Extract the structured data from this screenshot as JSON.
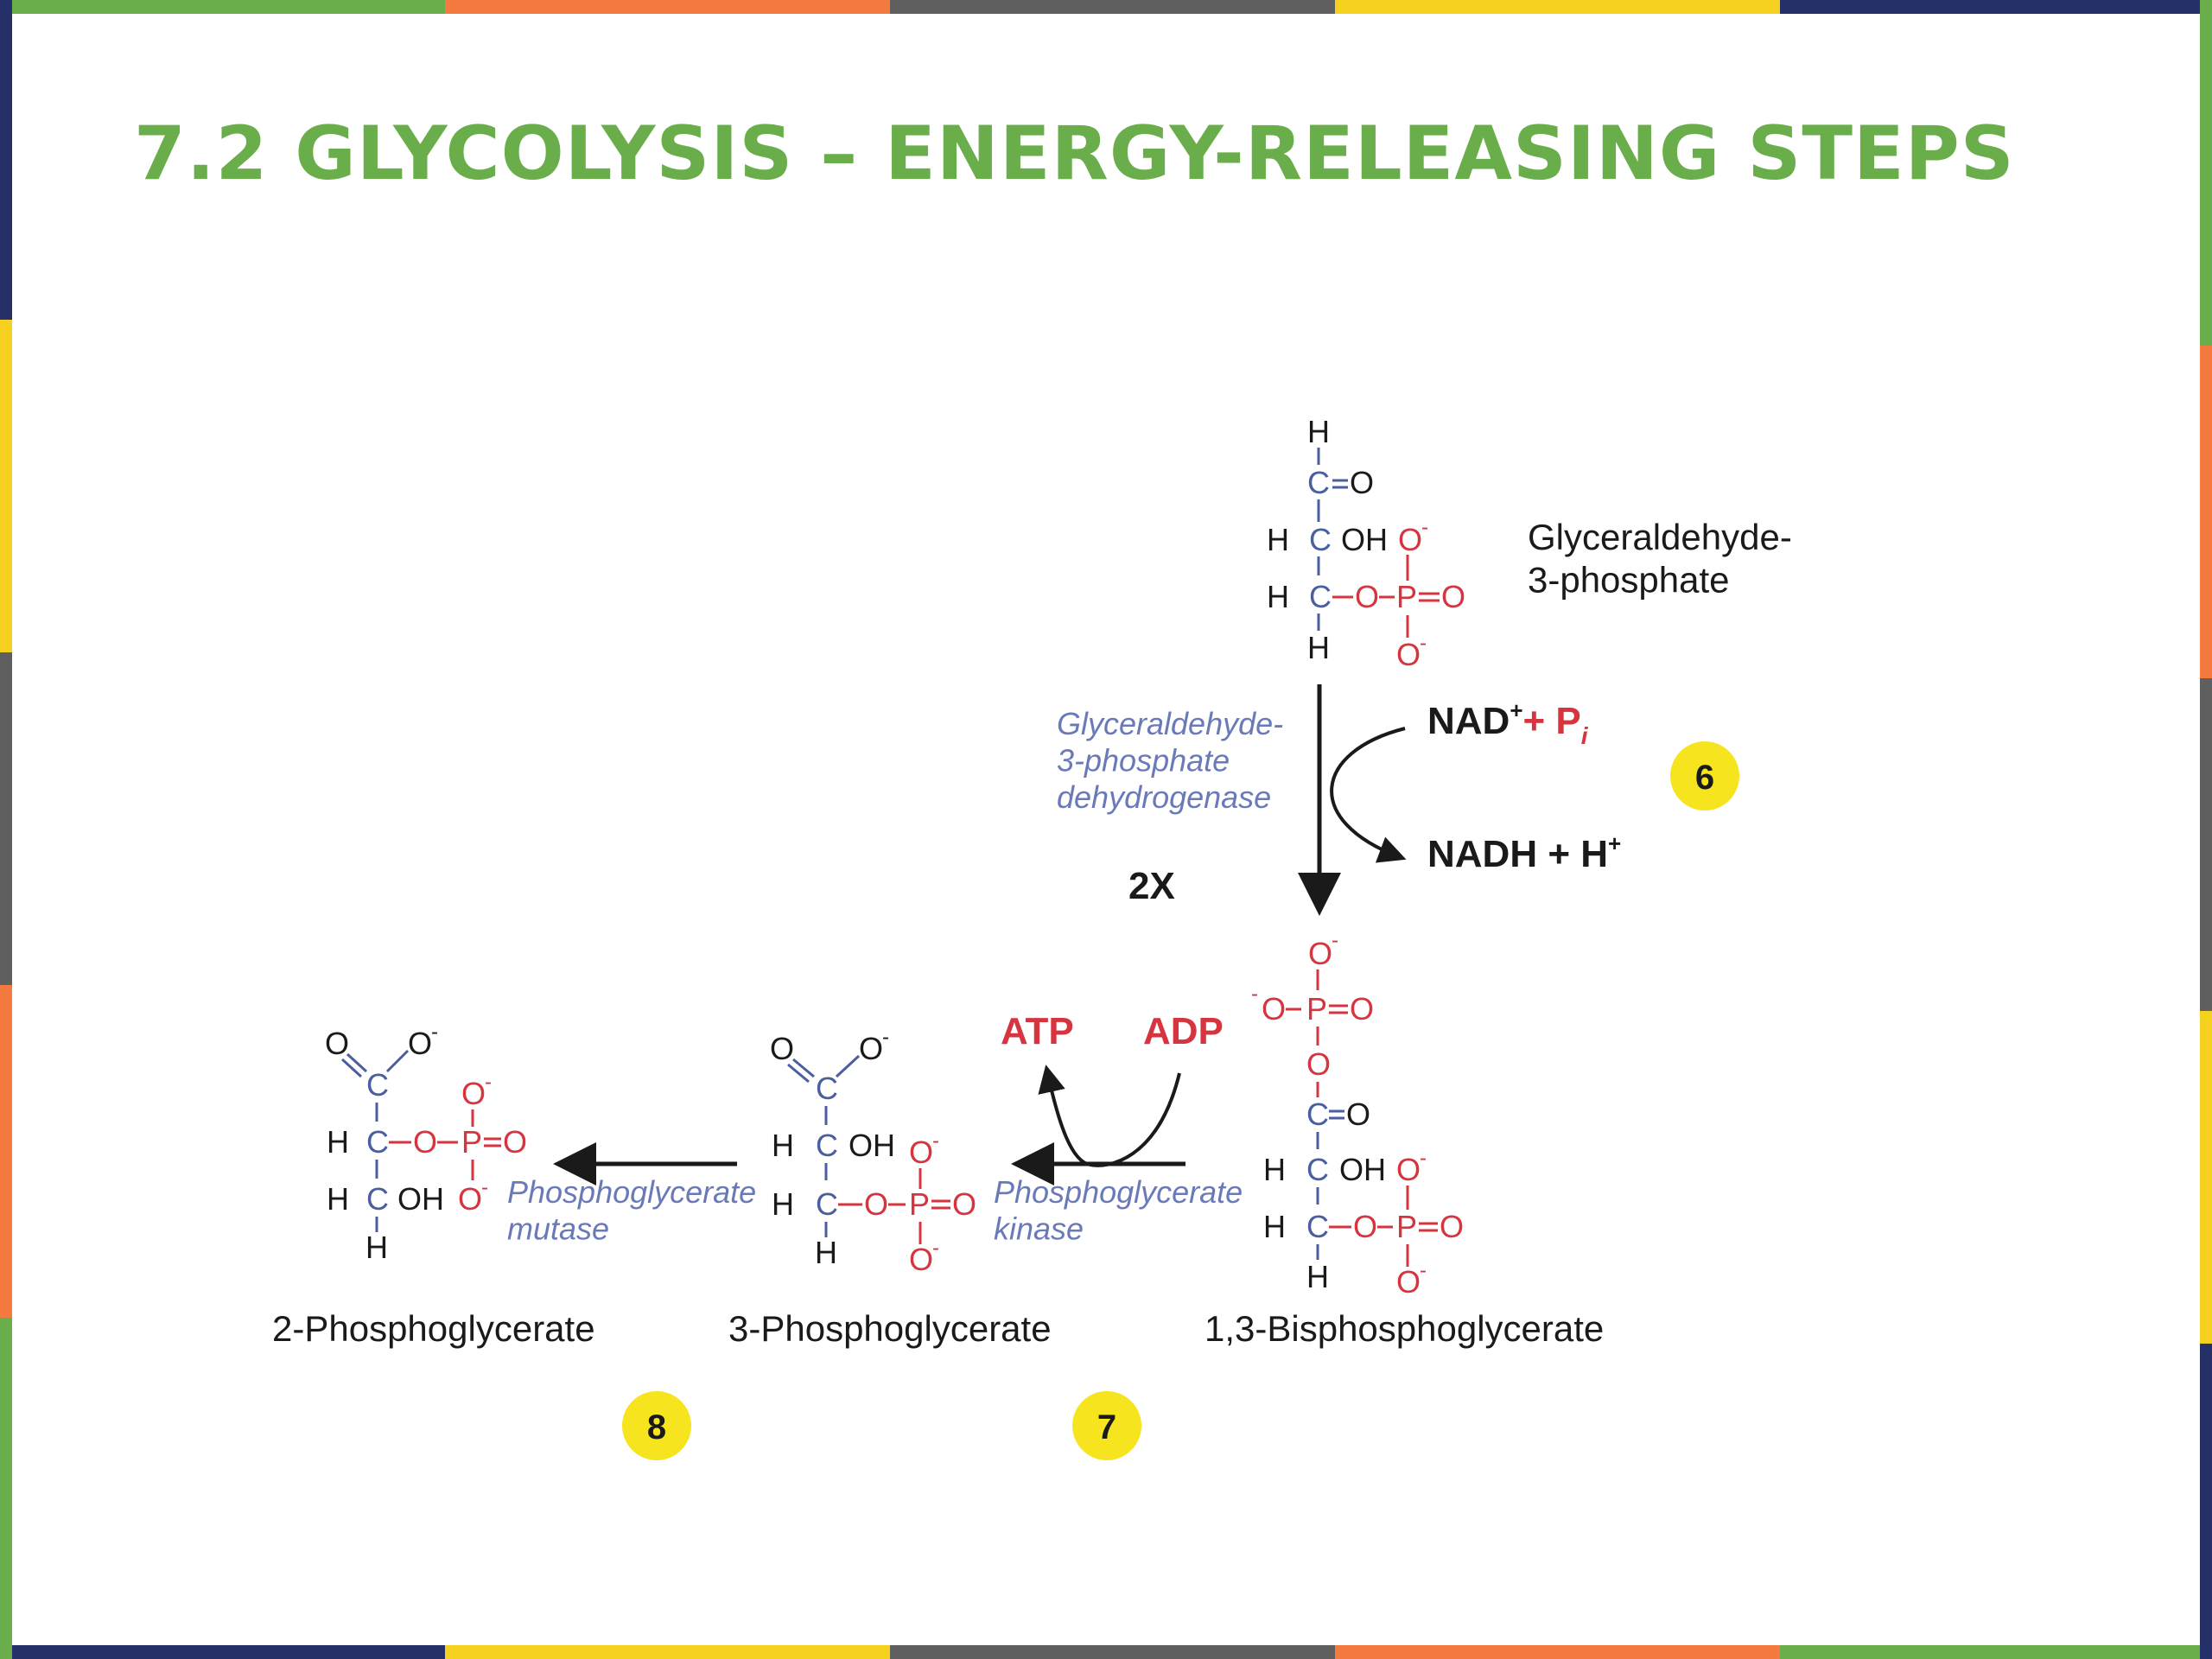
{
  "slide": {
    "title": "7.2 GLYCOLYSIS – ENERGY-RELEASING STEPS",
    "colors": {
      "title_green": "#6aae4c",
      "stripe_green": "#6aae4c",
      "stripe_orange": "#f47a3f",
      "stripe_gray": "#5f5f5f",
      "stripe_yellow": "#f5d01e",
      "stripe_navy": "#253068",
      "badge_yellow": "#f5e41e",
      "phosphate_red": "#d6343f",
      "carbon_blue": "#4a5ea0"
    }
  },
  "diagram": {
    "molecules": {
      "g3p": "Glyceraldehyde-\n3-phosphate",
      "bpg13": "1,3-Bisphosphoglycerate",
      "pg3": "3-Phosphoglycerate",
      "pg2": "2-Phosphoglycerate"
    },
    "enzymes": {
      "g3p_dehydrogenase": "Glyceraldehyde-\n3-phosphate\ndehydrogenase",
      "pg_kinase": "Phosphoglycerate\nkinase",
      "pg_mutase": "Phosphoglycerate\nmutase"
    },
    "cofactors": {
      "nad": "NAD",
      "pi": "+ P",
      "nadh": "NADH + H",
      "atp": "ATP",
      "adp": "ADP"
    },
    "multiplier": "2X",
    "steps": [
      "6",
      "7",
      "8"
    ],
    "atoms": {
      "H": "H",
      "C": "C",
      "O": "O",
      "P": "P",
      "OH": "OH",
      "charge_minus": "-",
      "charge_plus": "+",
      "sub_i": "i"
    }
  }
}
